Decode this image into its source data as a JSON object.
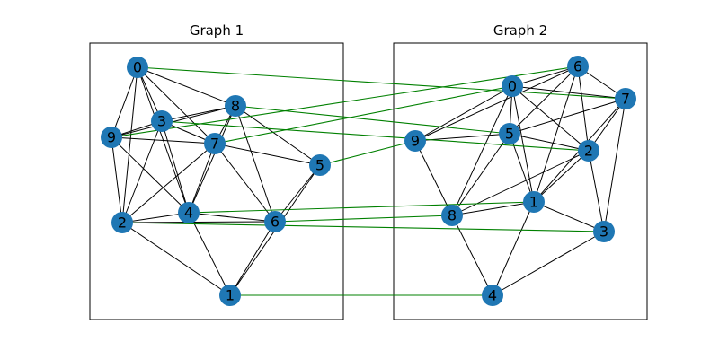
{
  "colors": {
    "node": "#1f77b4",
    "edge": "#000000",
    "match": "#008000"
  },
  "graphs": [
    {
      "title": "Graph 1",
      "nodes": [
        "0",
        "1",
        "2",
        "3",
        "4",
        "5",
        "6",
        "7",
        "8",
        "9"
      ],
      "edges": [
        [
          "0",
          "9"
        ],
        [
          "0",
          "3"
        ],
        [
          "0",
          "2"
        ],
        [
          "0",
          "8"
        ],
        [
          "0",
          "7"
        ],
        [
          "0",
          "4"
        ],
        [
          "9",
          "8"
        ],
        [
          "9",
          "3"
        ],
        [
          "9",
          "7"
        ],
        [
          "9",
          "2"
        ],
        [
          "9",
          "4"
        ],
        [
          "3",
          "8"
        ],
        [
          "3",
          "7"
        ],
        [
          "3",
          "2"
        ],
        [
          "3",
          "4"
        ],
        [
          "8",
          "7"
        ],
        [
          "8",
          "5"
        ],
        [
          "8",
          "6"
        ],
        [
          "8",
          "4"
        ],
        [
          "7",
          "5"
        ],
        [
          "7",
          "4"
        ],
        [
          "7",
          "6"
        ],
        [
          "7",
          "2"
        ],
        [
          "5",
          "6"
        ],
        [
          "5",
          "1"
        ],
        [
          "2",
          "4"
        ],
        [
          "2",
          "6"
        ],
        [
          "2",
          "1"
        ],
        [
          "4",
          "6"
        ],
        [
          "4",
          "1"
        ],
        [
          "6",
          "1"
        ]
      ]
    },
    {
      "title": "Graph 2",
      "nodes": [
        "0",
        "1",
        "2",
        "3",
        "4",
        "5",
        "6",
        "7",
        "8",
        "9"
      ],
      "edges": [
        [
          "6",
          "0"
        ],
        [
          "6",
          "7"
        ],
        [
          "6",
          "5"
        ],
        [
          "6",
          "2"
        ],
        [
          "6",
          "1"
        ],
        [
          "6",
          "9"
        ],
        [
          "0",
          "7"
        ],
        [
          "0",
          "5"
        ],
        [
          "0",
          "9"
        ],
        [
          "0",
          "8"
        ],
        [
          "0",
          "1"
        ],
        [
          "0",
          "2"
        ],
        [
          "7",
          "5"
        ],
        [
          "7",
          "2"
        ],
        [
          "7",
          "3"
        ],
        [
          "7",
          "1"
        ],
        [
          "9",
          "5"
        ],
        [
          "9",
          "8"
        ],
        [
          "5",
          "2"
        ],
        [
          "5",
          "1"
        ],
        [
          "5",
          "8"
        ],
        [
          "2",
          "3"
        ],
        [
          "2",
          "1"
        ],
        [
          "2",
          "8"
        ],
        [
          "8",
          "1"
        ],
        [
          "8",
          "4"
        ],
        [
          "1",
          "3"
        ],
        [
          "1",
          "4"
        ],
        [
          "3",
          "4"
        ]
      ]
    }
  ],
  "matching": [
    [
      "0",
      "7"
    ],
    [
      "9",
      "6"
    ],
    [
      "3",
      "2"
    ],
    [
      "8",
      "5"
    ],
    [
      "7",
      "0"
    ],
    [
      "5",
      "9"
    ],
    [
      "4",
      "1"
    ],
    [
      "2",
      "3"
    ],
    [
      "6",
      "8"
    ],
    [
      "1",
      "4"
    ]
  ]
}
